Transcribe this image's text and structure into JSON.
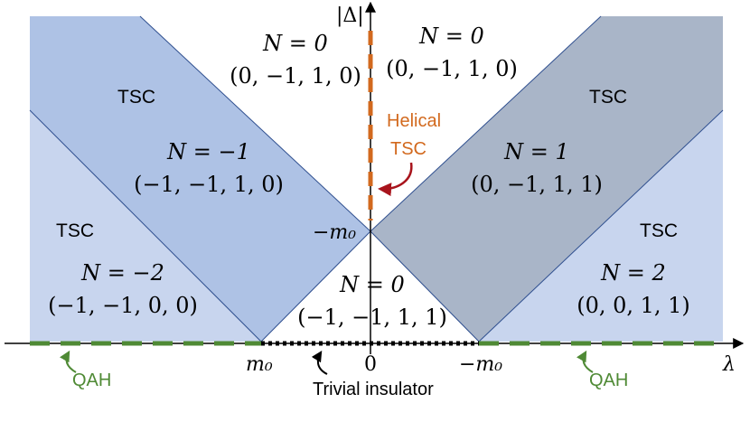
{
  "axes": {
    "y_label": "|Δ|",
    "x_label": "λ",
    "ticks": {
      "m0": "m₀",
      "zero": "0",
      "neg_m0": "−m₀",
      "neg_m0_y": "−m₀"
    }
  },
  "phases": {
    "top_left": {
      "N": "N = 0",
      "tuple": "(0, −1, 1, 0)"
    },
    "top_right": {
      "N": "N = 0",
      "tuple": "(0, −1, 1, 0)"
    },
    "upper_left": {
      "N": "N = −1",
      "tuple": "(−1, −1, 1, 0)"
    },
    "upper_right": {
      "N": "N = 1",
      "tuple": "(0, −1, 1, 1)"
    },
    "left": {
      "N": "N = −2",
      "tuple": "(−1, −1, 0, 0)"
    },
    "right": {
      "N": "N = 2",
      "tuple": "(0, 0, 1, 1)"
    },
    "bottom": {
      "N": "N = 0",
      "tuple": "(−1, −1, 1, 1)"
    }
  },
  "region_labels": {
    "tsc_upper_left": "TSC",
    "tsc_upper_right": "TSC",
    "tsc_left": "TSC",
    "tsc_right": "TSC"
  },
  "annotations": {
    "helical_line1": "Helical",
    "helical_line2": "TSC",
    "qah_left": "QAH",
    "qah_right": "QAH",
    "trivial": "Trivial insulator"
  },
  "colors": {
    "light_blue": "#c8d5ee",
    "mid_blue": "#aec2e5",
    "gray_blue": "#a9b5c8",
    "orange": "#d2691e",
    "green": "#4f8a35",
    "dark_red": "#a8141c"
  }
}
